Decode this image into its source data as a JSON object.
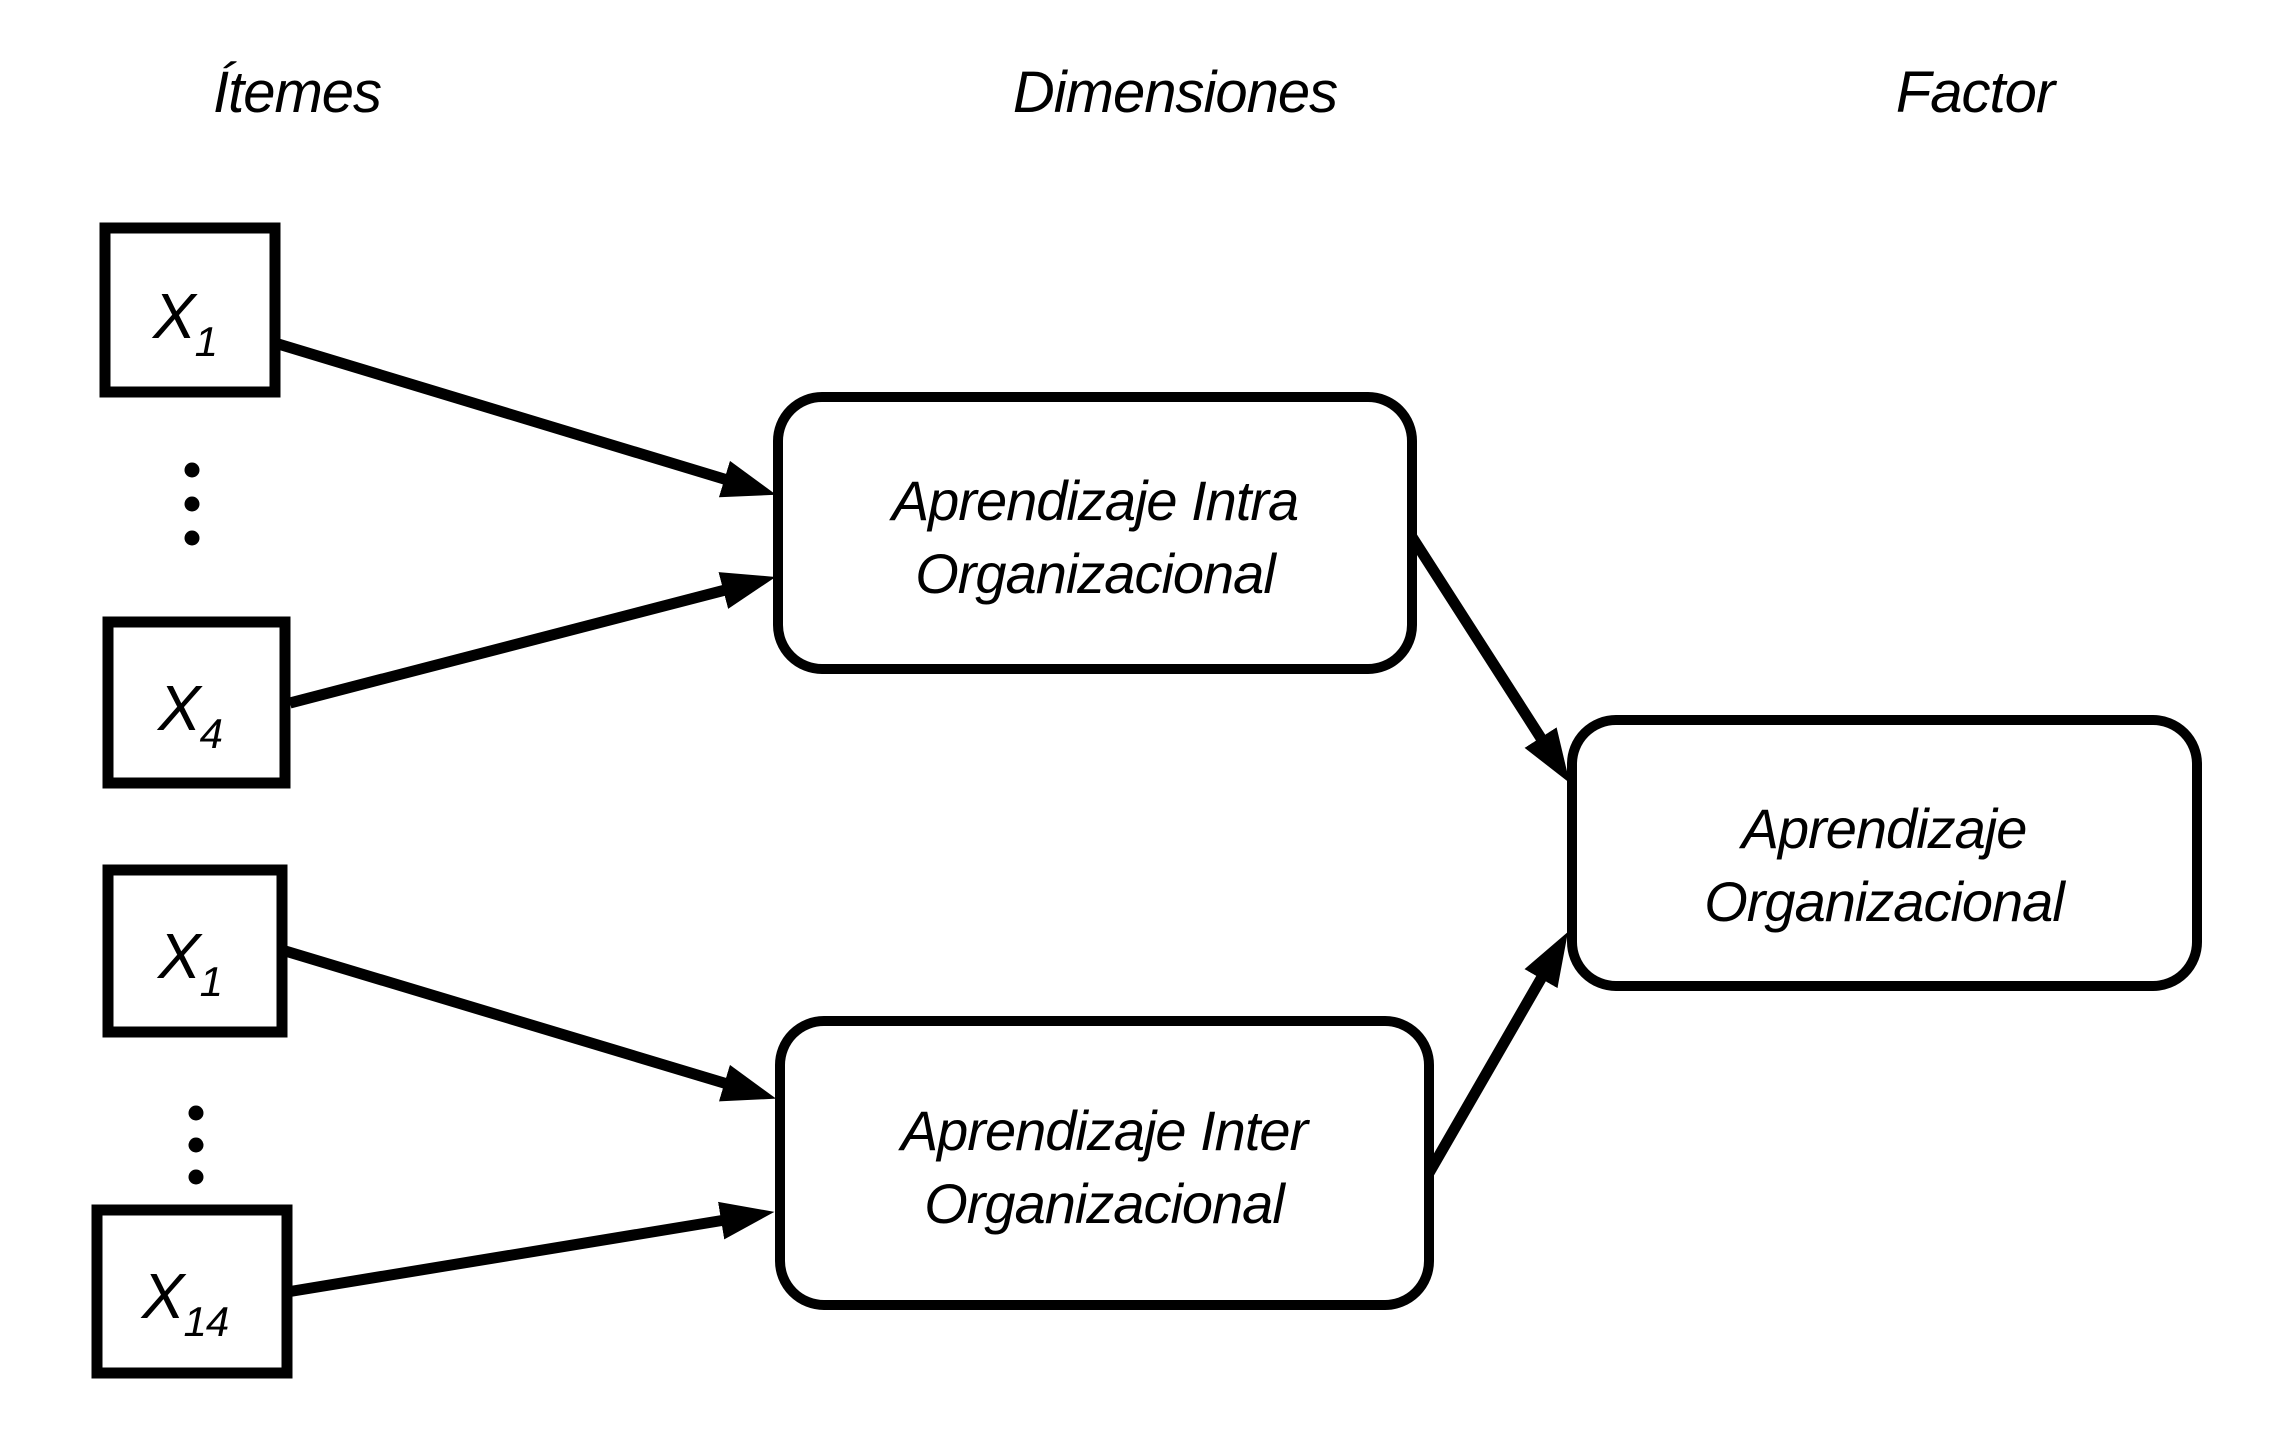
{
  "diagram": {
    "colors": {
      "background": "#ffffff",
      "ink": "#000000"
    },
    "headers": {
      "items": "Ítemes",
      "dimensions": "Dimensiones",
      "factor": "Factor"
    },
    "item_nodes": [
      {
        "symbol": "X",
        "subscript": "1"
      },
      {
        "symbol": "X",
        "subscript": "4"
      },
      {
        "symbol": "X",
        "subscript": "1"
      },
      {
        "symbol": "X",
        "subscript": "14"
      }
    ],
    "ellipsis": {
      "dot_count": 3,
      "glyph": "vertical-ellipsis"
    },
    "dimension_nodes": [
      {
        "line1": "Aprendizaje Intra",
        "line2": "Organizacional"
      },
      {
        "line1": "Aprendizaje Inter",
        "line2": "Organizacional"
      }
    ],
    "factor_node": {
      "line1": "Aprendizaje",
      "line2": "Organizacional"
    },
    "edges": [
      {
        "from": "item-x1-top",
        "to": "dimension-intra"
      },
      {
        "from": "item-x4",
        "to": "dimension-intra"
      },
      {
        "from": "item-x1-bottom",
        "to": "dimension-inter"
      },
      {
        "from": "item-x14",
        "to": "dimension-inter"
      },
      {
        "from": "dimension-intra",
        "to": "factor"
      },
      {
        "from": "dimension-inter",
        "to": "factor"
      }
    ]
  }
}
